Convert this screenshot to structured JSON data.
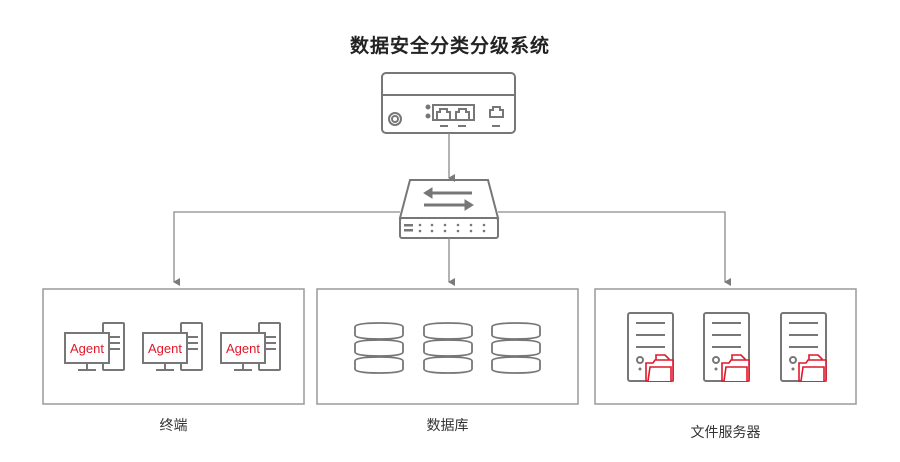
{
  "title": "数据安全分类分级系统",
  "appliance": {
    "icon": "security-appliance-icon"
  },
  "switch": {
    "icon": "network-switch-icon"
  },
  "groups": [
    {
      "label": "终端",
      "icon": "computer-icon",
      "badge": "Agent",
      "count": 3
    },
    {
      "label": "数据库",
      "icon": "database-icon",
      "count": 3
    },
    {
      "label": "文件服务器",
      "icon": "file-server-icon",
      "count": 3
    }
  ],
  "colors": {
    "line": "#8a8a8a",
    "icon": "#777777",
    "accent": "#e0182b",
    "box": "#9a9a9a"
  }
}
